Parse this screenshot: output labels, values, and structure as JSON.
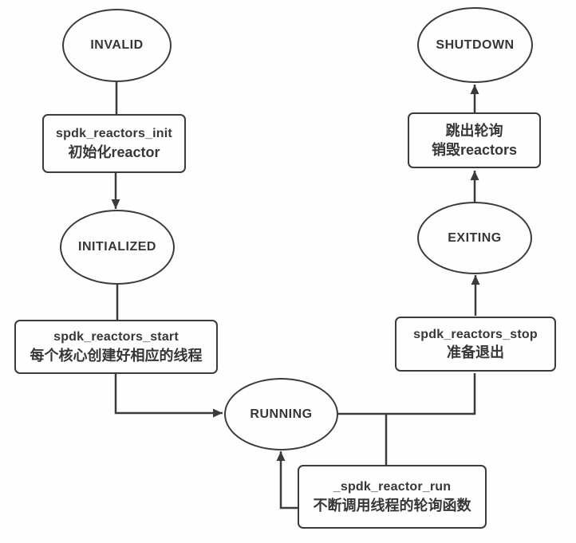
{
  "colors": {
    "stroke": "#3b3b3b",
    "text": "#363636",
    "background": "#fefefe"
  },
  "nodes": {
    "invalid": {
      "shape": "ellipse",
      "label": "INVALID"
    },
    "init": {
      "shape": "rect",
      "label": "spdk_reactors_init",
      "sublabel": "初始化reactor"
    },
    "initialized": {
      "shape": "ellipse",
      "label": "INITIALIZED"
    },
    "start": {
      "shape": "rect",
      "label": "spdk_reactors_start",
      "sublabel": "每个核心创建好相应的线程"
    },
    "running": {
      "shape": "ellipse",
      "label": "RUNNING"
    },
    "run": {
      "shape": "rect",
      "label": "_spdk_reactor_run",
      "sublabel": "不断调用线程的轮询函数"
    },
    "stop": {
      "shape": "rect",
      "label": "spdk_reactors_stop",
      "sublabel": "准备退出"
    },
    "destroy": {
      "shape": "rect",
      "label": "跳出轮询",
      "sublabel": "销毁reactors"
    },
    "exiting": {
      "shape": "ellipse",
      "label": "EXITING"
    },
    "shutdown": {
      "shape": "ellipse",
      "label": "SHUTDOWN"
    }
  },
  "edges": [
    {
      "from": "INVALID",
      "to": "spdk_reactors_init",
      "arrowhead": false
    },
    {
      "from": "spdk_reactors_init",
      "to": "INITIALIZED",
      "arrowhead": true
    },
    {
      "from": "INITIALIZED",
      "to": "spdk_reactors_start",
      "arrowhead": false
    },
    {
      "from": "spdk_reactors_start",
      "to": "RUNNING",
      "arrowhead": true
    },
    {
      "from": "RUNNING",
      "to": "spdk_reactors_stop",
      "arrowhead": false
    },
    {
      "from": "RUNNING",
      "to": "_spdk_reactor_run",
      "arrowhead": false
    },
    {
      "from": "_spdk_reactor_run",
      "to": "RUNNING",
      "arrowhead": true
    },
    {
      "from": "spdk_reactors_stop",
      "to": "EXITING",
      "arrowhead": true
    },
    {
      "from": "EXITING",
      "to": "跳出轮询 销毁reactors",
      "arrowhead": true
    },
    {
      "from": "跳出轮询 销毁reactors",
      "to": "SHUTDOWN",
      "arrowhead": true
    }
  ]
}
